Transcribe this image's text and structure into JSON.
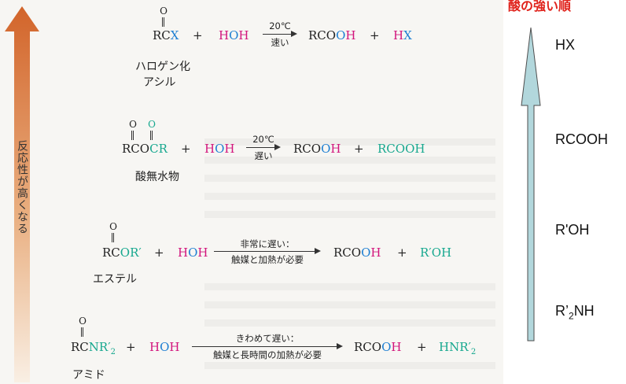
{
  "colors": {
    "red": "#e0231c",
    "blue": "#1e7fd2",
    "green": "#17a88f",
    "magenta": "#d2147c",
    "arrow_orange": "#d46a2a",
    "arrow_light": "#f4e7d8",
    "acid_arrow": "#b2d7dc"
  },
  "left_arrow": {
    "label": "反応性が高くなる"
  },
  "acid_panel": {
    "title": "酸の強い順",
    "items": [
      "HX",
      "RCOOH",
      "R'OH",
      "R'2NH"
    ]
  },
  "reactions": [
    {
      "name": "ハロゲン化アシル",
      "label_line1": "ハロゲン化",
      "label_line2": "アシル",
      "R": "R",
      "C": "C",
      "X": "X",
      "plus1": "+",
      "H1": "H",
      "O1": "O",
      "H2": "H",
      "cond_top": "20℃",
      "cond_bottom": "速い",
      "prod1_R": "R",
      "prod1_CO": "CO",
      "prod1_O": "O",
      "prod1_H": "H",
      "plus2": "+",
      "prod2_H": "H",
      "prod2_X": "X",
      "O_top": "O"
    },
    {
      "name": "酸無水物",
      "R": "R",
      "C1": "C",
      "O_mid": "O",
      "C2": "C",
      "R2": "R",
      "O_top1": "O",
      "O_top2": "O",
      "plus1": "+",
      "H1": "H",
      "O1": "O",
      "H2": "H",
      "cond_top": "20℃",
      "cond_bottom": "遅い",
      "prod1_R": "R",
      "prod1_CO": "CO",
      "prod1_O": "O",
      "prod1_H": "H",
      "plus2": "+",
      "prod2_R": "R",
      "prod2_CO": "CO",
      "prod2_OH": "OH"
    },
    {
      "name": "エステル",
      "R": "R",
      "C": "C",
      "O_or": "OR′",
      "O_top": "O",
      "plus1": "+",
      "H1": "H",
      "O1": "O",
      "H2": "H",
      "cond_top": "非常に遅い：",
      "cond_bottom": "触媒と加熱が必要",
      "prod1_R": "R",
      "prod1_CO": "CO",
      "prod1_O": "O",
      "prod1_H": "H",
      "plus2": "+",
      "prod2_R": "R′",
      "prod2_OH": "OH"
    },
    {
      "name": "アミド",
      "R": "R",
      "C": "C",
      "NR2": "NR′",
      "NR2_sub": "2",
      "O_top": "O",
      "plus1": "+",
      "H1": "H",
      "O1": "O",
      "H2": "H",
      "cond_top": "きわめて遅い：",
      "cond_bottom": "触媒と長時間の加熱が必要",
      "prod1_R": "R",
      "prod1_CO": "CO",
      "prod1_O": "O",
      "prod1_H": "H",
      "plus2": "+",
      "prod2_HNR": "HNR′",
      "prod2_sub": "2"
    }
  ]
}
